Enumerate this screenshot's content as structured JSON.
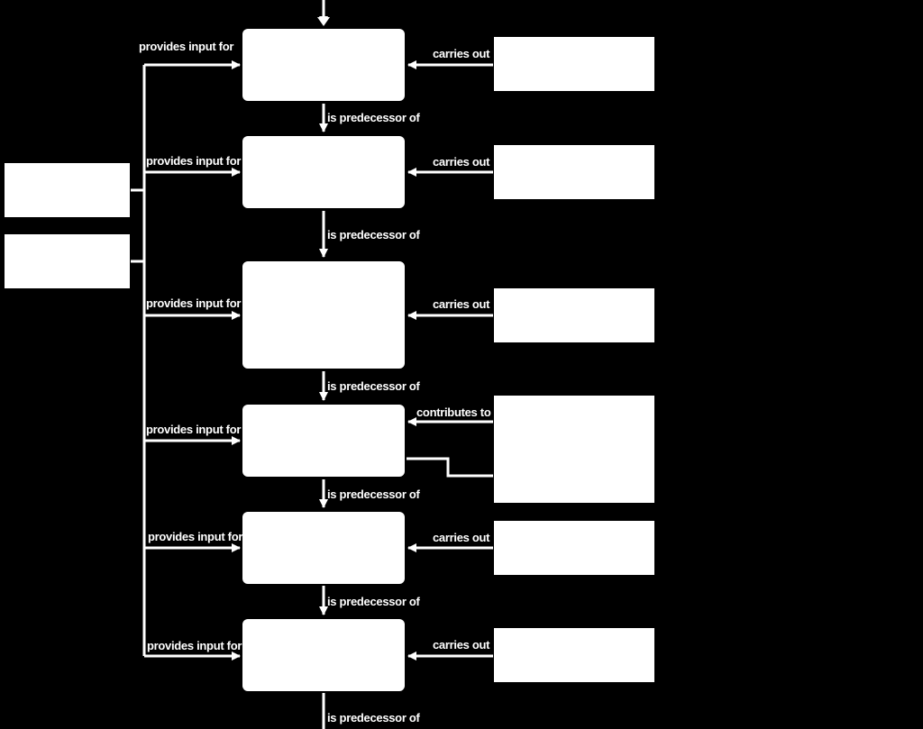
{
  "colors": {
    "background": "#000000",
    "foreground": "#ffffff"
  },
  "labels": {
    "provides_input_for": "provides input for",
    "carries_out": "carries out",
    "is_predecessor_of": "is predecessor of",
    "contributes_to": "contributes to"
  }
}
